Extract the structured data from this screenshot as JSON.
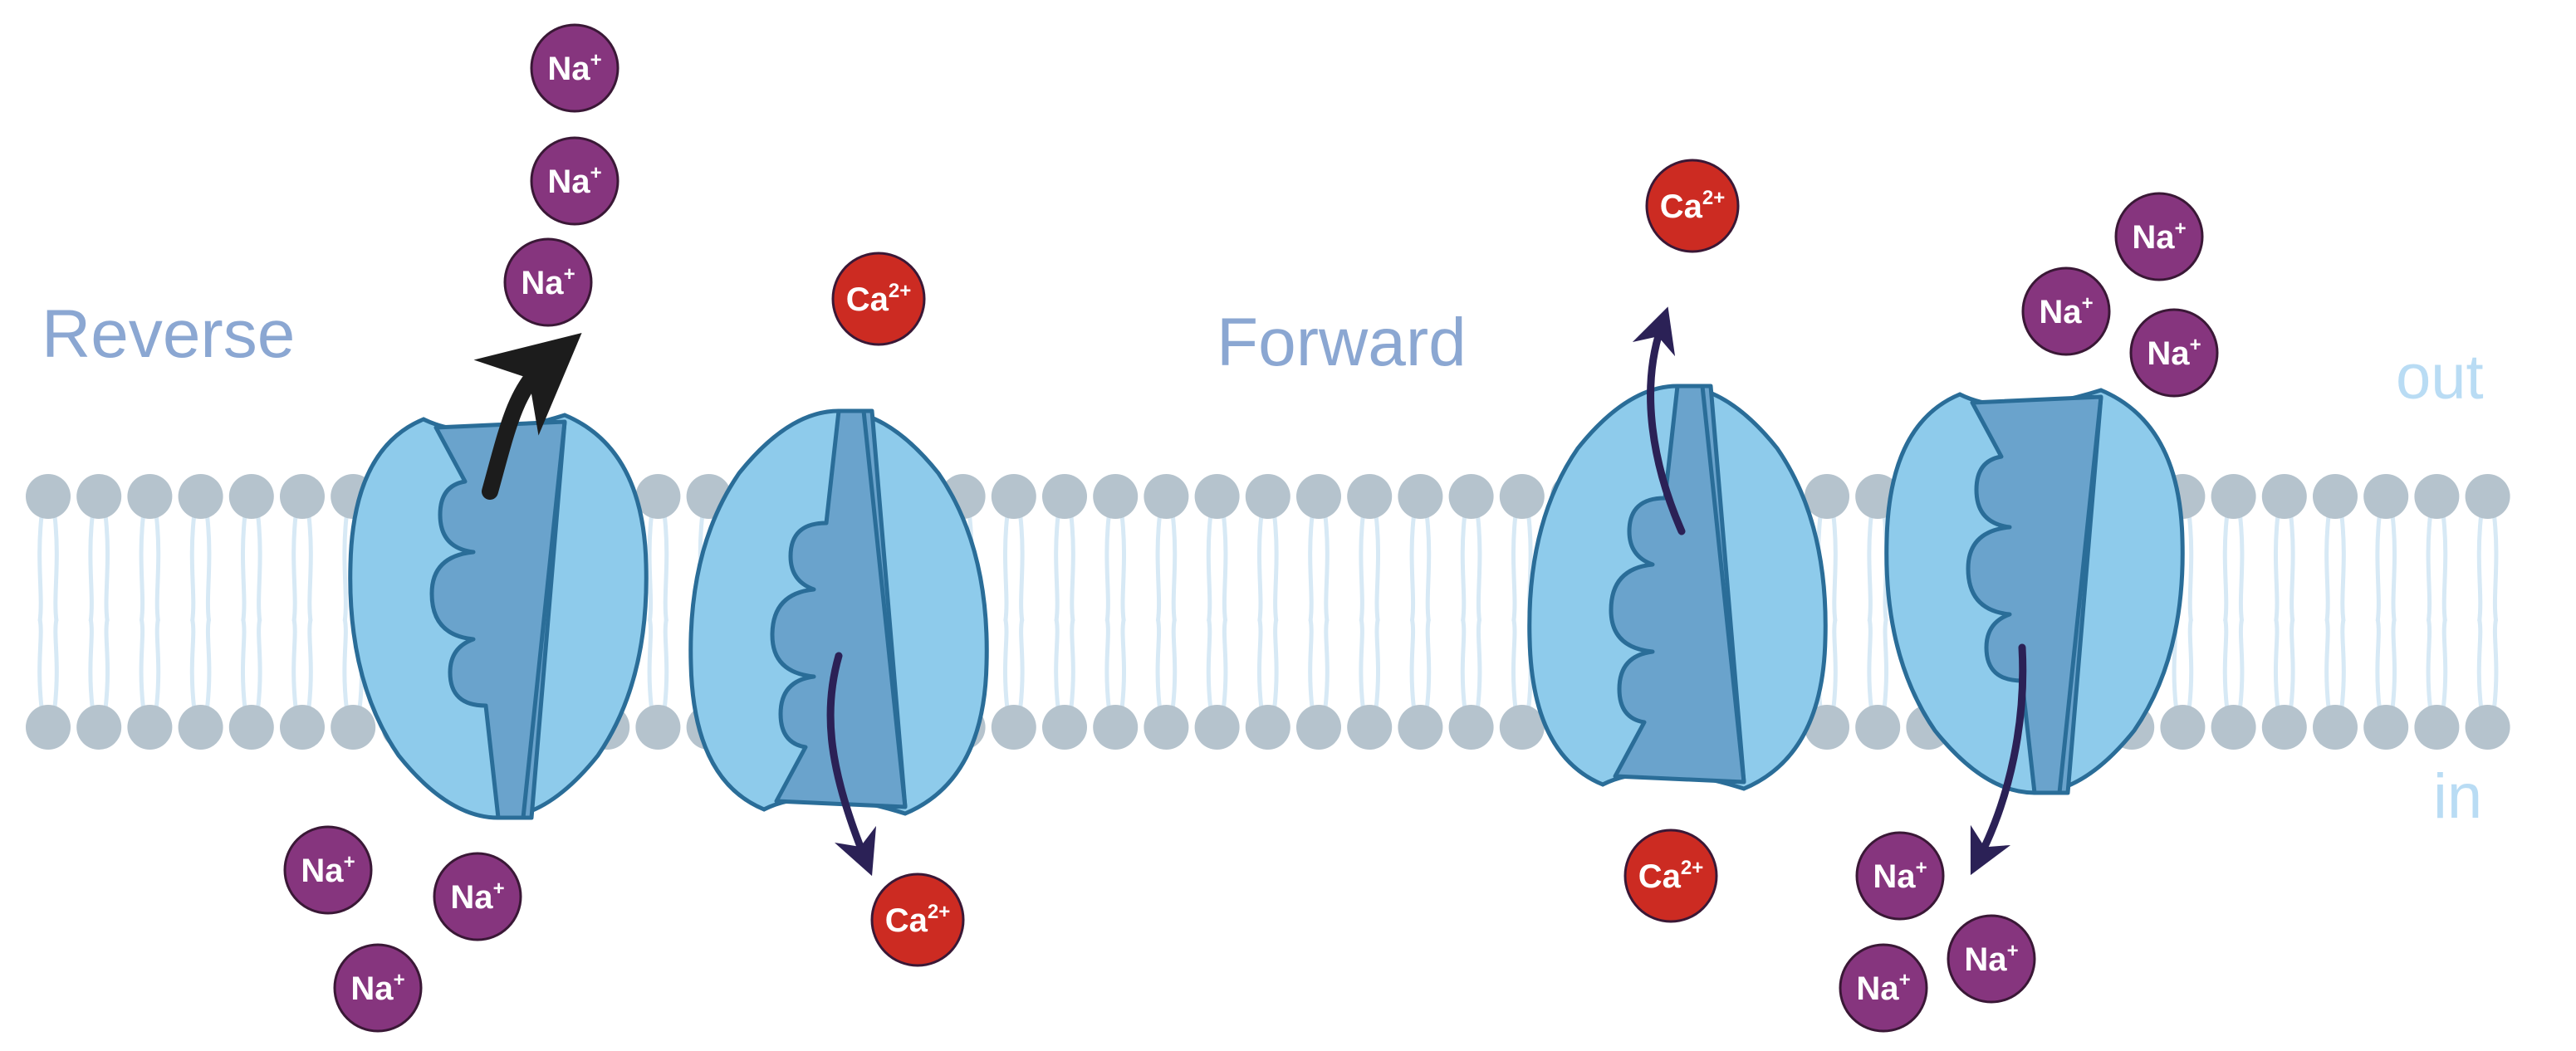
{
  "labels": {
    "reverse": "Reverse",
    "forward": "Forward",
    "out": "out",
    "in": "in"
  },
  "ions": {
    "na_base": "Na",
    "na_charge": "+",
    "ca_base": "Ca",
    "ca_charge": "2+"
  },
  "colors": {
    "background": "#ffffff",
    "lipid_head": "#b5c3cd",
    "lipid_tail": "#d7e9f5",
    "exchanger_outer": "#8ecbeb",
    "exchanger_inner": "#6aa3cc",
    "exchanger_stroke": "#2a6d98",
    "sodium": "#86357e",
    "calcium": "#cc2b22",
    "arrow_dark": "#1c1c1c",
    "arrow_navy": "#2b2156",
    "reverse_forward_text": "#8ba7d2",
    "out_in_text": "#b9dcf4"
  },
  "icons": {
    "exchanger": "ion-exchanger-icon",
    "sodium": "sodium-ion-icon",
    "calcium": "calcium-ion-icon",
    "arrow": "curved-arrow-icon"
  }
}
